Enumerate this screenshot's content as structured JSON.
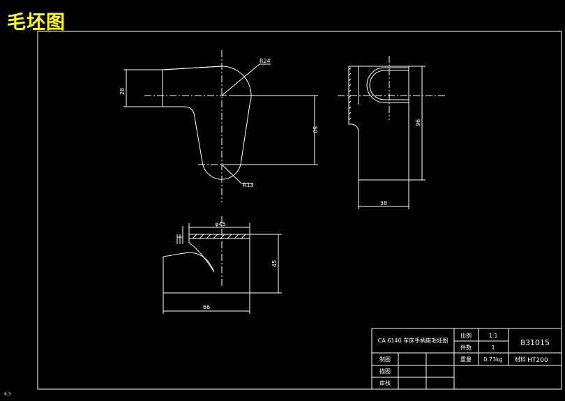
{
  "title": "毛坯图",
  "corner_mark": "6.3",
  "dimensions": {
    "front_height": "28",
    "front_depth": "50",
    "radius_top": "R24",
    "radius_bottom": "R13",
    "side_height": "96",
    "side_width": "38",
    "bottom_diameter": "φ45",
    "bottom_height": "45",
    "bottom_width": "66"
  },
  "title_block": {
    "part_name": "CA 6140 车床手柄座毛坯图",
    "scale_label": "比例",
    "scale_value": "1:1",
    "qty_label": "件数",
    "qty_value": "1",
    "drawing_no": "831015",
    "drawn_label": "制图",
    "weight_label": "重量",
    "weight_value": "0.73kg",
    "material_label": "材料",
    "material_value": "HT200",
    "designed_label": "描图",
    "checked_label": "审核"
  }
}
